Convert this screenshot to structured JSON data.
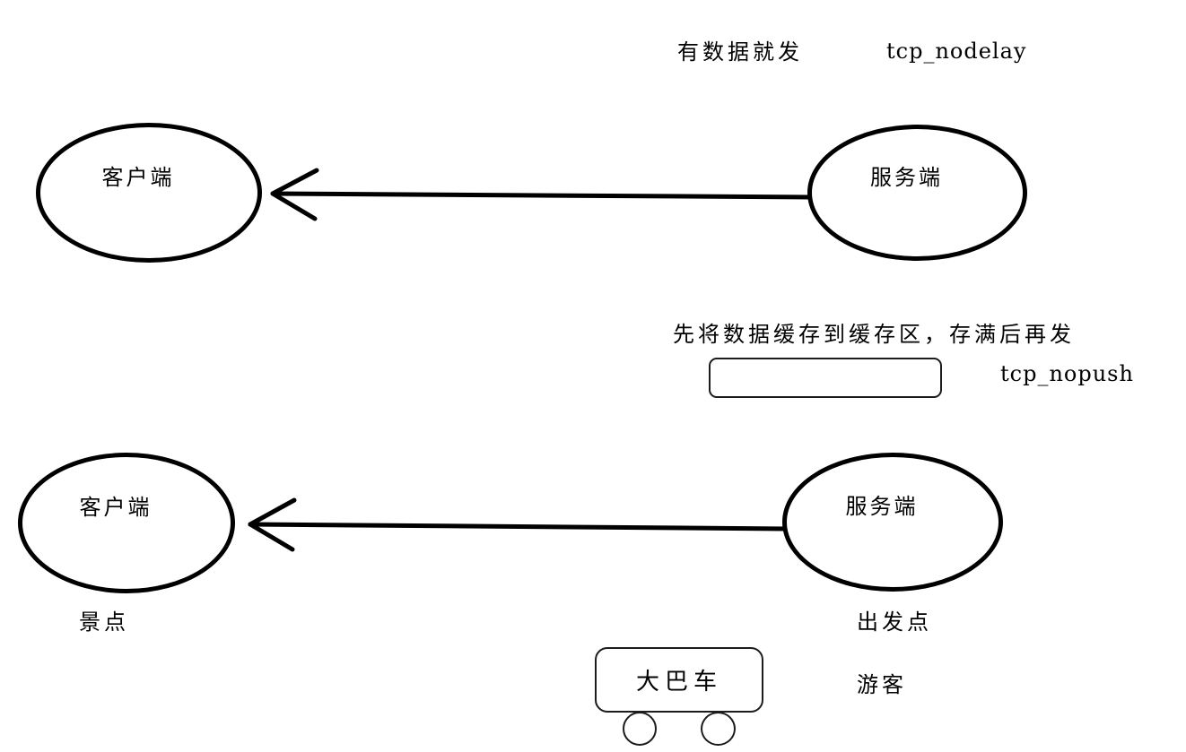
{
  "top_section": {
    "note": "有数据就发",
    "tag": "tcp_nodelay",
    "client_label": "客户端",
    "server_label": "服务端"
  },
  "middle_section": {
    "note": "先将数据缓存到缓存区，存满后再发",
    "tag": "tcp_nopush"
  },
  "bottom_section": {
    "client_label": "客户端",
    "server_label": "服务端",
    "client_caption": "景点",
    "server_caption": "出发点",
    "bus_label": "大巴车",
    "passenger_label": "游客"
  },
  "colors": {
    "stroke": "#000000",
    "background": "#ffffff"
  }
}
